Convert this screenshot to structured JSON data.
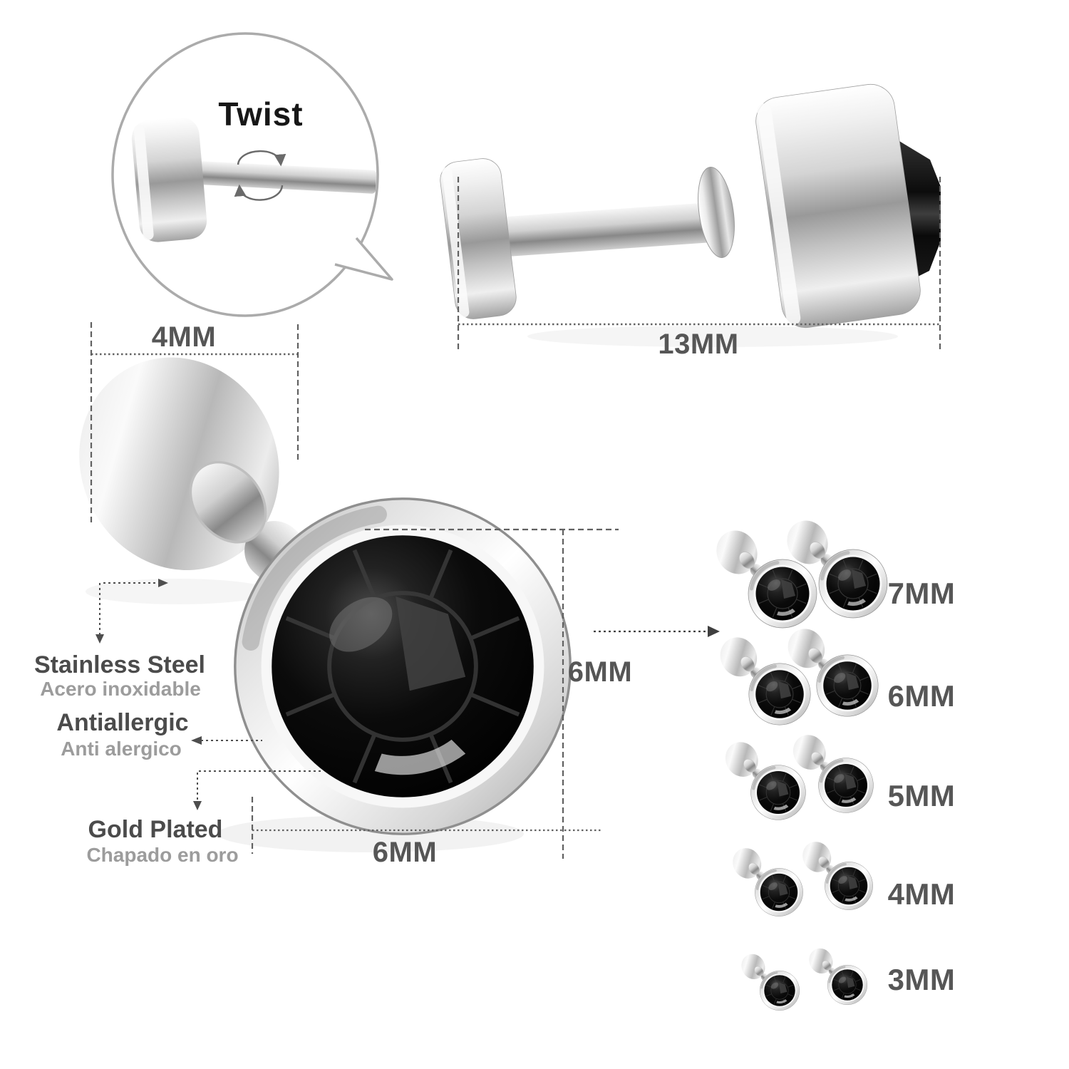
{
  "image_type": "earring_product_dimension_infographic",
  "callout": {
    "label": "Twist"
  },
  "top_earring": {
    "length_label": "13MM"
  },
  "main_earring": {
    "back_width_label": "4MM",
    "height_label": "6MM",
    "width_label": "6MM"
  },
  "features": [
    {
      "title": "Stainless Steel",
      "subtitle": "Acero inoxidable"
    },
    {
      "title": "Antiallergic",
      "subtitle": "Anti alergico"
    },
    {
      "title": "Gold Plated",
      "subtitle": "Chapado en oro"
    }
  ],
  "size_chart": {
    "items": [
      {
        "label": "7MM"
      },
      {
        "label": "6MM"
      },
      {
        "label": "5MM"
      },
      {
        "label": "4MM"
      },
      {
        "label": "3MM"
      }
    ]
  },
  "colors": {
    "background": "#ffffff",
    "dimension_text": "#565656",
    "feature_title": "#4b4b4b",
    "feature_subtitle": "#9c9c9c",
    "twist_text": "#171717",
    "annotation_line": "#616161",
    "bubble_outline": "#ababab",
    "metal_light": "#f5f5f5",
    "metal_dark": "#8f8f8f",
    "crystal": "#000000"
  }
}
